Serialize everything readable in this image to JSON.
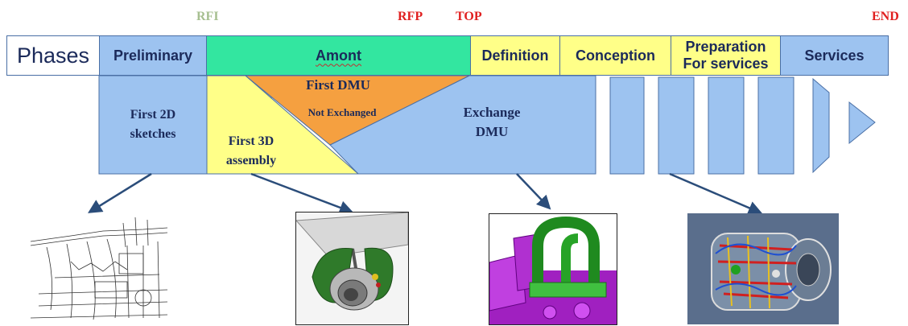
{
  "milestones": {
    "rfi": "RFI",
    "rfp": "RFP",
    "top": "TOP",
    "end": "END"
  },
  "phases": {
    "header": "Phases",
    "preliminary": "Preliminary",
    "amont": "Amont",
    "definition": "Definition",
    "conception": "Conception",
    "preparation_line1": "Preparation",
    "preparation_line2": "For services",
    "services": "Services"
  },
  "timeline": {
    "first_2d_line1": "First 2D",
    "first_2d_line2": "sketches",
    "first_dmu": "First DMU",
    "not_exchanged": "Not Exchanged",
    "exchange_line1": "Exchange",
    "exchange_line2": "DMU",
    "first_3d_line1": "First 3D",
    "first_3d_line2": "assembly"
  },
  "colors": {
    "blue_fill": "#9dc3f0",
    "green_fill": "#33e6a0",
    "yellow_fill": "#ffff88",
    "orange_fill": "#f5a040",
    "arrow": "#2b4d7a",
    "milestone_red": "#e02020",
    "milestone_green": "#a6bf90"
  },
  "images": {
    "sketch": "engine-2d-sketch",
    "assembly": "engine-3d-assembly",
    "dmu": "exchange-dmu-pipes",
    "services": "engine-services-model"
  }
}
